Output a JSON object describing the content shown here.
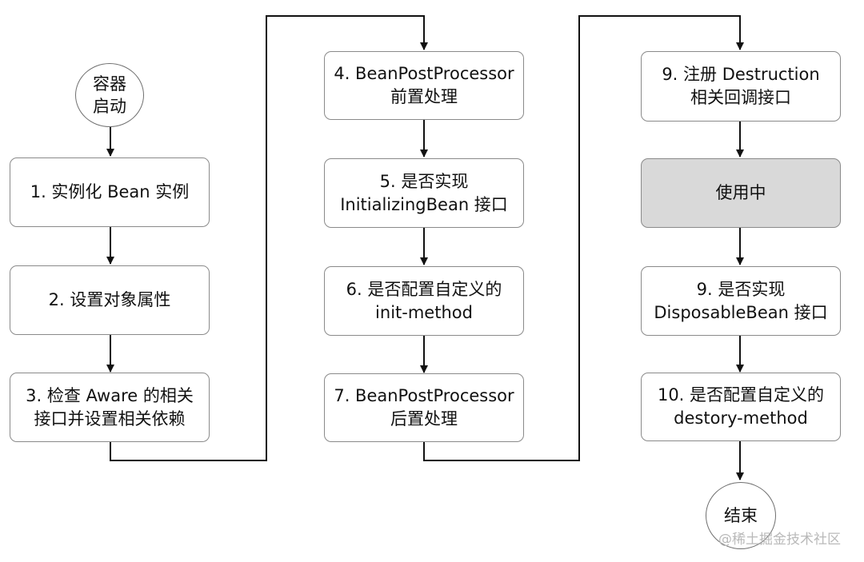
{
  "diagram": {
    "start": {
      "lines": [
        "容器",
        "启动"
      ]
    },
    "steps": [
      {
        "id": "s1",
        "lines": [
          "1. 实例化 Bean 实例"
        ]
      },
      {
        "id": "s2",
        "lines": [
          "2. 设置对象属性"
        ]
      },
      {
        "id": "s3",
        "lines": [
          "3. 检查 Aware 的相关",
          "接口并设置相关依赖"
        ]
      },
      {
        "id": "s4",
        "lines": [
          "4. BeanPostProcessor",
          "前置处理"
        ]
      },
      {
        "id": "s5",
        "lines": [
          "5. 是否实现",
          "InitializingBean 接口"
        ]
      },
      {
        "id": "s6",
        "lines": [
          "6. 是否配置自定义的",
          "init-method"
        ]
      },
      {
        "id": "s7",
        "lines": [
          "7. BeanPostProcessor",
          "后置处理"
        ]
      },
      {
        "id": "s9a",
        "lines": [
          "9. 注册 Destruction",
          "相关回调接口"
        ]
      },
      {
        "id": "inuse",
        "lines": [
          "使用中"
        ]
      },
      {
        "id": "s9b",
        "lines": [
          "9. 是否实现",
          "DisposableBean 接口"
        ]
      },
      {
        "id": "s10",
        "lines": [
          "10. 是否配置自定义的",
          "destory-method"
        ]
      }
    ],
    "end": {
      "lines": [
        "结束"
      ]
    }
  },
  "watermark": "@稀土掘金技术社区",
  "colors": {
    "line": "#111111",
    "border": "#8a8a8a",
    "shaded_fill": "#d9d9d9"
  }
}
